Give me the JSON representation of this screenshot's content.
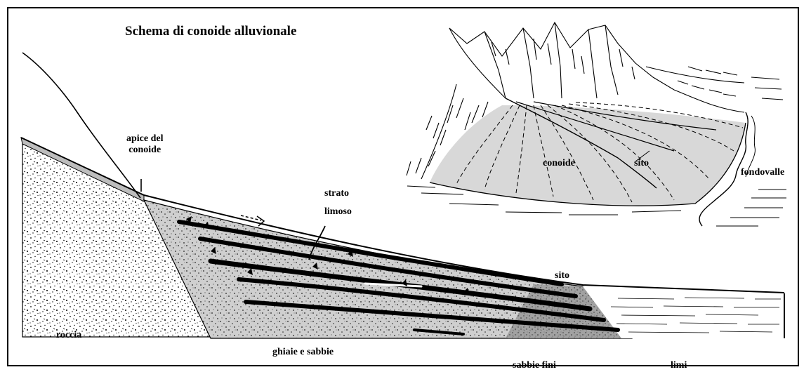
{
  "title": "Schema di conoide alluvionale",
  "labels": {
    "apex": [
      "apice del",
      "conoide"
    ],
    "silt_layer": [
      "strato",
      "limoso"
    ],
    "site_section": "sito",
    "rock": "roccia",
    "gravel_sand": "ghiaie e sabbie",
    "fine_sand": "sabbie fini",
    "silt": "limi",
    "inset_fan": "conoide",
    "inset_site": "sito",
    "valley_floor": "fondovalle"
  },
  "colors": {
    "ink": "#000000",
    "fan_fill": "#d6d6d6",
    "rock_fill": "#ffffff",
    "background": "#ffffff"
  }
}
